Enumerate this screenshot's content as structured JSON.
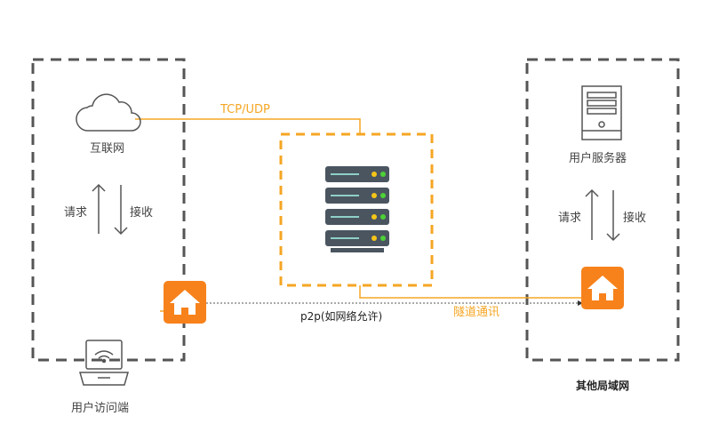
{
  "diagram": {
    "labels": {
      "internet": "互联网",
      "request_left": "请求",
      "receive_left": "接收",
      "tcp_udp": "TCP/UDP",
      "p2p": "p2p(如网络允许)",
      "tunnel": "隧道通讯",
      "user_server": "用户服务器",
      "request_right": "请求",
      "receive_right": "接收",
      "other_lan": "其他局域网",
      "user_client": "用户访问端"
    },
    "colors": {
      "accent": "#f5a623",
      "home_tile": "#f7821b",
      "box_border": "#555555",
      "server_rack": "#4a5560"
    }
  }
}
